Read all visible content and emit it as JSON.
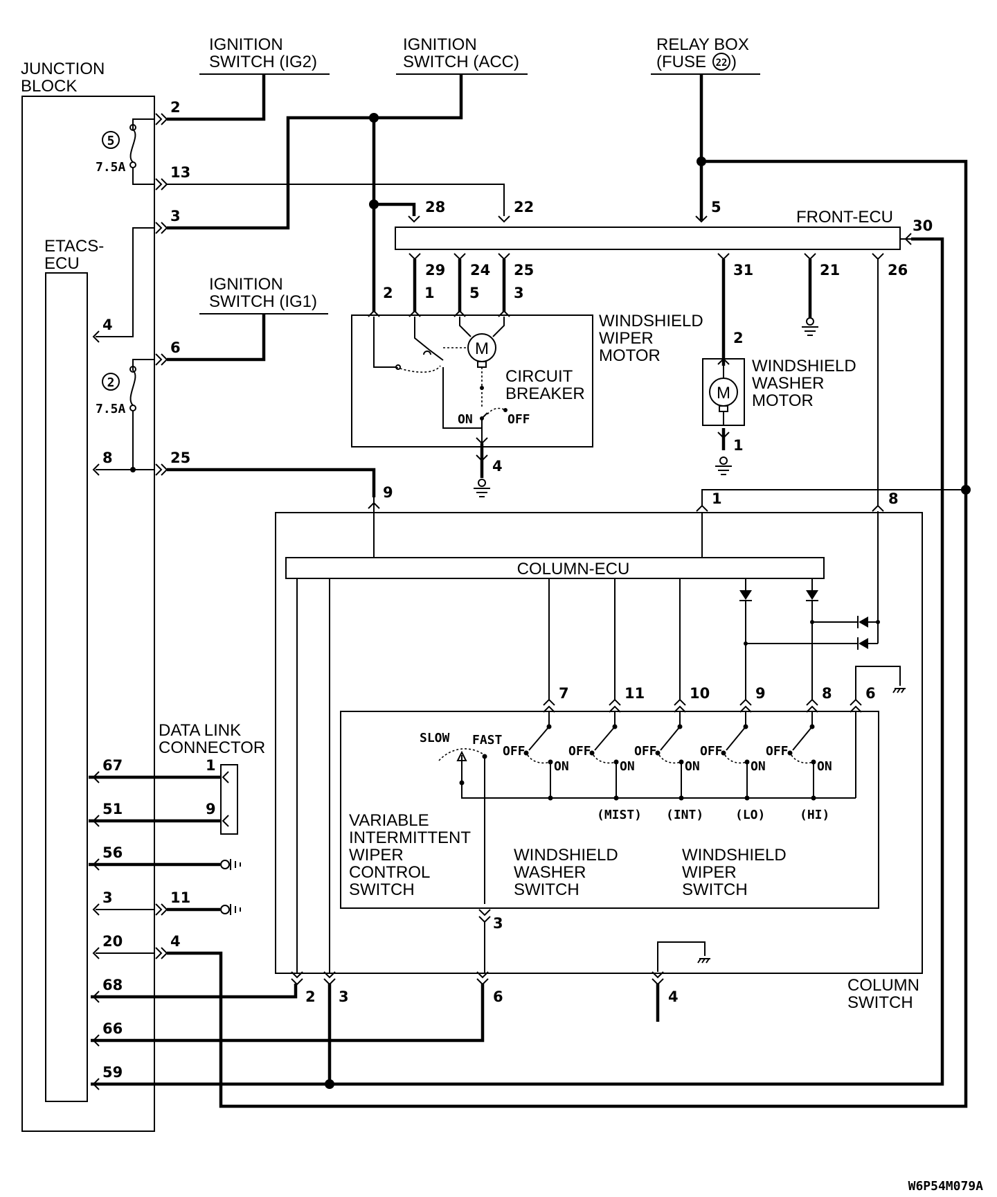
{
  "sources": {
    "ig2": {
      "line1": "IGNITION",
      "line2": "SWITCH (IG2)"
    },
    "acc": {
      "line1": "IGNITION",
      "line2": "SWITCH (ACC)"
    },
    "relay": {
      "line1": "RELAY BOX",
      "line2_pre": "(FUSE",
      "fuse_no": "22",
      "line2_post": ")"
    },
    "ig1": {
      "line1": "IGNITION",
      "line2": "SWITCH (IG1)"
    }
  },
  "junction_block": {
    "title1": "JUNCTION",
    "title2": "BLOCK",
    "fuse5": {
      "no": "5",
      "rating": "7.5A"
    },
    "fuse2": {
      "no": "2",
      "rating": "7.5A"
    },
    "pins": {
      "p2": "2",
      "p13": "13",
      "p3": "3",
      "p6": "6",
      "p25": "25",
      "p11": "11",
      "p4": "4"
    }
  },
  "etacs": {
    "title1": "ETACS-",
    "title2": "ECU",
    "pins": {
      "p4": "4",
      "p8": "8",
      "p67": "67",
      "p51": "51",
      "p56": "56",
      "p3": "3",
      "p20": "20",
      "p68": "68",
      "p66": "66",
      "p59": "59"
    }
  },
  "front_ecu": {
    "title": "FRONT-ECU",
    "pins": {
      "p28": "28",
      "p22": "22",
      "p5": "5",
      "p30": "30",
      "p29": "29",
      "p24": "24",
      "p25": "25",
      "p31": "31",
      "p21": "21",
      "p26": "26"
    }
  },
  "wiper_motor": {
    "title1": "WINDSHIELD",
    "title2": "WIPER",
    "title3": "MOTOR",
    "breaker1": "CIRCUIT",
    "breaker2": "BREAKER",
    "on": "ON",
    "off": "OFF",
    "motor_symbol": "M",
    "pins": {
      "p2": "2",
      "p1": "1",
      "p5": "5",
      "p3": "3",
      "p4": "4"
    }
  },
  "washer_motor": {
    "title1": "WINDSHIELD",
    "title2": "WASHER",
    "title3": "MOTOR",
    "motor_symbol": "M",
    "pins": {
      "p2": "2",
      "p1": "1"
    }
  },
  "column_switch": {
    "title1": "COLUMN",
    "title2": "SWITCH",
    "ecu_title": "COLUMN-ECU",
    "top_pins": {
      "p9": "9",
      "p1": "1",
      "p8": "8"
    },
    "bottom_pins": {
      "p2": "2",
      "p3": "3",
      "p6": "6",
      "p4": "4"
    },
    "inner_pins": {
      "p7": "7",
      "p11": "11",
      "p10": "10",
      "p9": "9",
      "p8": "8",
      "p6": "6",
      "p3": "3"
    },
    "switch_off": "OFF",
    "switch_on": "ON",
    "slow": "SLOW",
    "fast": "FAST",
    "modes": {
      "mist": "(MIST)",
      "int": "(INT)",
      "lo": "(LO)",
      "hi": "(HI)"
    },
    "variable": {
      "l1": "VARIABLE",
      "l2": "INTERMITTENT",
      "l3": "WIPER",
      "l4": "CONTROL",
      "l5": "SWITCH"
    },
    "washer": {
      "l1": "WINDSHIELD",
      "l2": "WASHER",
      "l3": "SWITCH"
    },
    "wiper": {
      "l1": "WINDSHIELD",
      "l2": "WIPER",
      "l3": "SWITCH"
    }
  },
  "data_link": {
    "title1": "DATA LINK",
    "title2": "CONNECTOR",
    "p1": "1",
    "p9": "9"
  },
  "figure_code": "W6P54M079A"
}
